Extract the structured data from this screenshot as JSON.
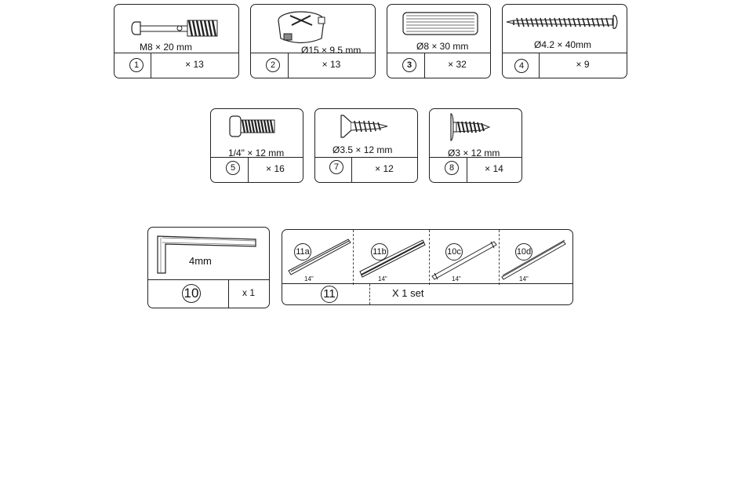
{
  "parts": [
    {
      "id": "part-1",
      "number": "1",
      "spec": "M8 × 20 mm",
      "qty": "× 13",
      "icon": "barrel-bolt-icon"
    },
    {
      "id": "part-2",
      "number": "2",
      "spec": "Ø15 × 9.5 mm",
      "qty": "× 13",
      "icon": "cam-lock-icon"
    },
    {
      "id": "part-3",
      "number": "3",
      "spec": "Ø8 × 30 mm",
      "qty": "× 32",
      "icon": "wooden-dowel-icon"
    },
    {
      "id": "part-4",
      "number": "4",
      "spec": "Ø4.2 × 40mm",
      "qty": "× 9",
      "icon": "long-screw-icon"
    },
    {
      "id": "part-5",
      "number": "5",
      "spec": "1/4\" × 12 mm",
      "qty": "× 16",
      "icon": "bolt-icon"
    },
    {
      "id": "part-7",
      "number": "7",
      "spec": "Ø3.5 × 12 mm",
      "qty": "× 12",
      "icon": "flat-head-screw-icon"
    },
    {
      "id": "part-8",
      "number": "8",
      "spec": "Ø3 × 12 mm",
      "qty": "× 14",
      "icon": "washer-head-screw-icon"
    }
  ],
  "allen_key": {
    "number": "10",
    "spec": "4mm",
    "qty": "x 1",
    "icon": "allen-key-icon"
  },
  "slides": {
    "number": "11",
    "qty": "X 1 set",
    "items": [
      {
        "tag": "11a",
        "length": "14\""
      },
      {
        "tag": "11b",
        "length": "14\""
      },
      {
        "tag": "10c",
        "length": "14\""
      },
      {
        "tag": "10d",
        "length": "14\""
      }
    ]
  }
}
